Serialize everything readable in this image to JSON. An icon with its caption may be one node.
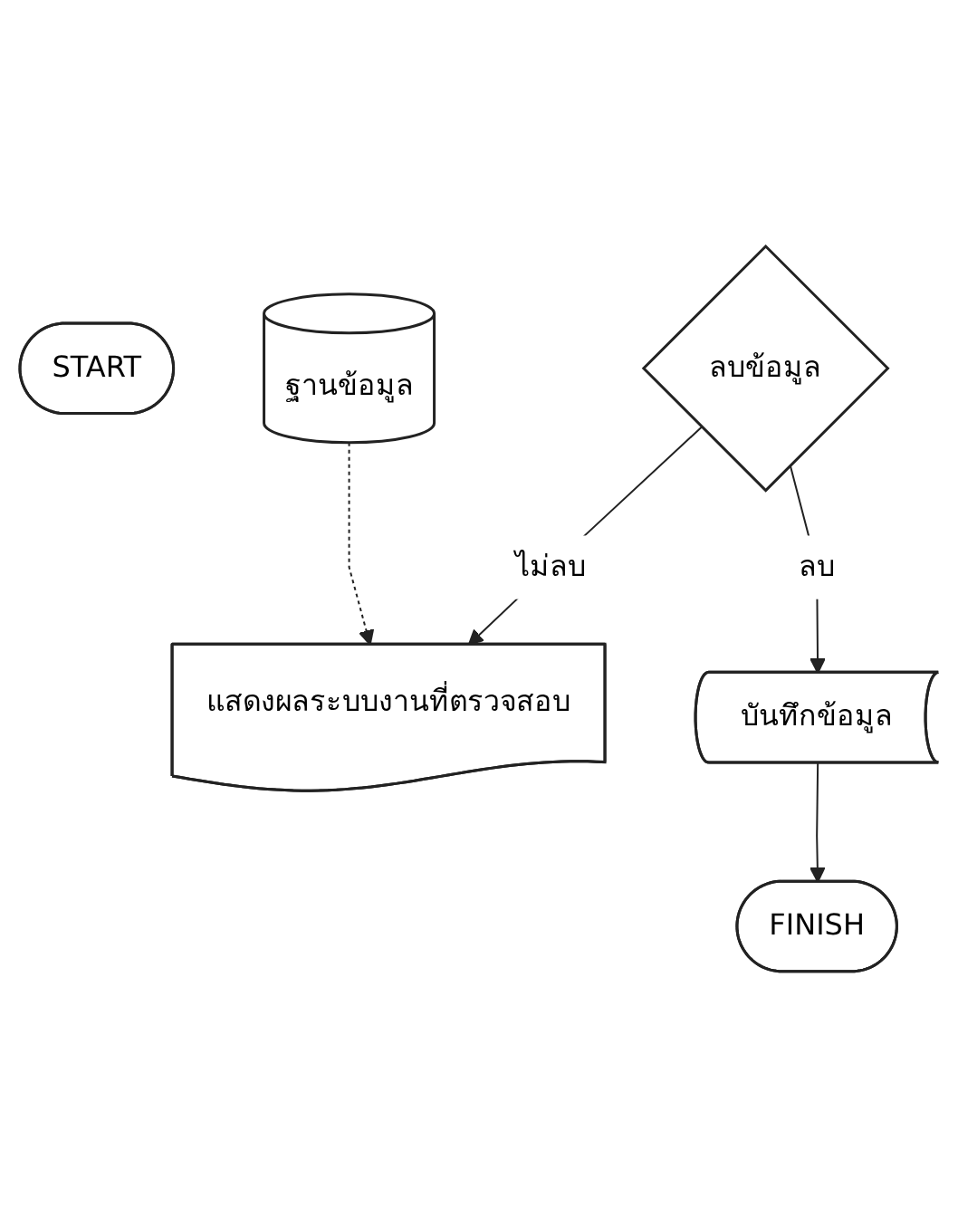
{
  "diagram": {
    "nodes": [
      {
        "text": [
          "START"
        ]
      },
      {
        "text": [
          "แสดงผลระบบงานที่ตรวจสอบ"
        ]
      },
      {
        "text": [
          "ฐานข้อมูล"
        ]
      },
      {
        "text": [
          "ลบข้อมูล"
        ]
      },
      {
        "text": [
          "บันทึกข้อมูล"
        ]
      },
      {
        "text": [
          "FINISH"
        ]
      }
    ],
    "edges": [
      {
        "from": 2,
        "to": 1,
        "arrow": "to",
        "style": "dashed"
      },
      {
        "from": 3,
        "to": 1,
        "arrow": "to",
        "label": "ไม่ลบ"
      },
      {
        "from": 3,
        "to": 4,
        "arrow": "to",
        "label": "ลบ"
      },
      {
        "from": 4,
        "to": 5,
        "arrow": "to"
      }
    ]
  }
}
